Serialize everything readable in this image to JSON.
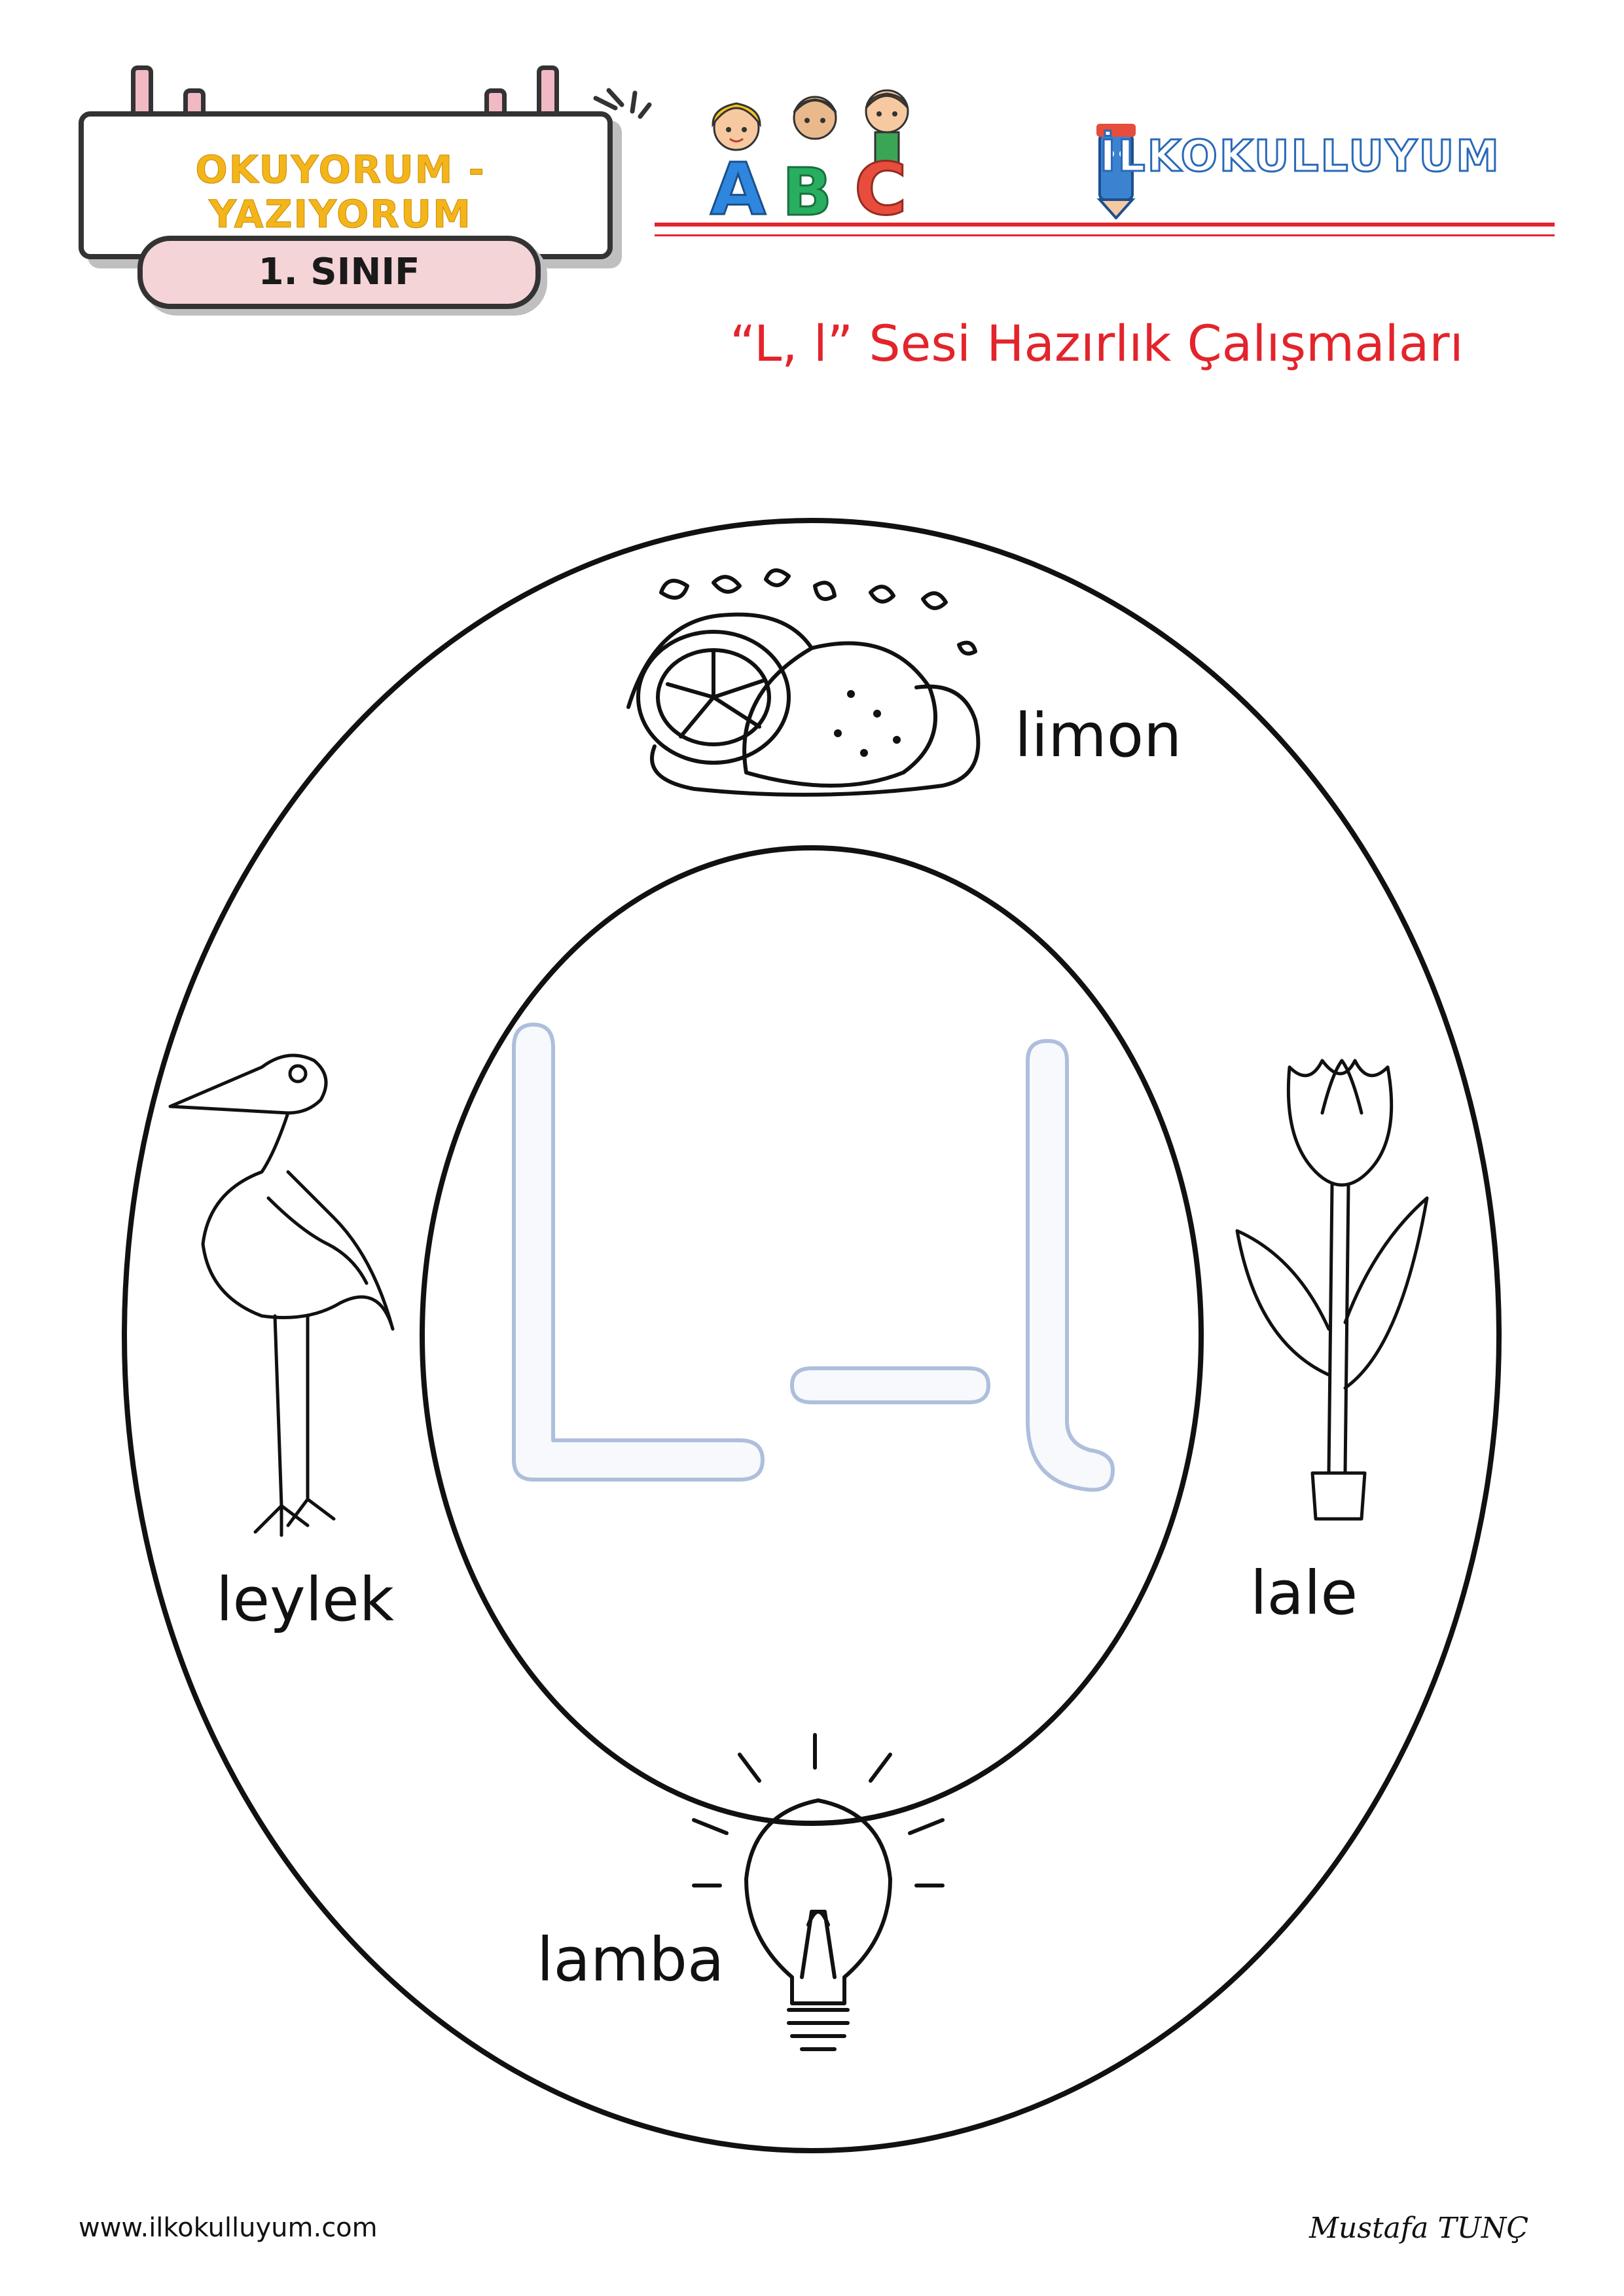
{
  "header": {
    "badge_title": "OKUYORUM -YAZIYORUM",
    "badge_grade": "1. SINIF",
    "abc_letters": [
      "A",
      "B",
      "C"
    ],
    "site_logo_text": "İLKOKULLUYUM",
    "colors": {
      "accent_red": "#e3242b",
      "badge_yellow": "#f4b51a",
      "badge_pink": "#f5d4d8",
      "logo_blue": "#2a69b8"
    }
  },
  "subtitle": "“L, l” Sesi Hazırlık Çalışmaları",
  "center_letters": "L – l",
  "words": {
    "top": "limon",
    "right": "lale",
    "left": "leylek",
    "bottom": "lamba"
  },
  "footer": {
    "website": "www.ilkokulluyum.com",
    "author": "Mustafa TUNÇ"
  }
}
